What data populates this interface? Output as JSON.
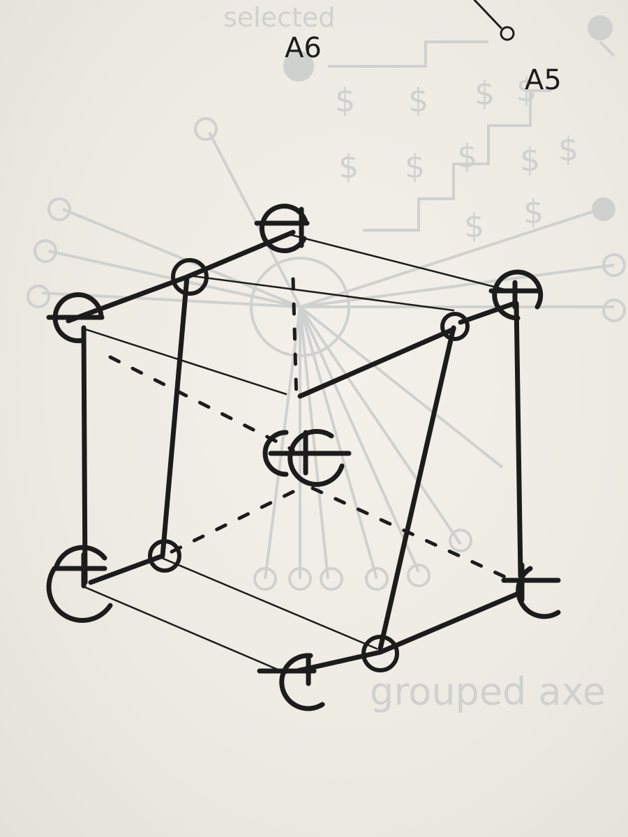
{
  "labels": {
    "a6": "A6",
    "a5": "A5"
  },
  "bleed_through": {
    "selected": "selected",
    "grouped_axes": "grouped axe",
    "dollar": "$"
  },
  "colors": {
    "ink": "#1c1c1c",
    "paper": "#eeece4",
    "bleed": "#cfd1cf"
  },
  "nodes": {
    "corner_glyph": "circle-with-horizontal-bar-icon",
    "inner_glyph": "small-circle-icon"
  }
}
